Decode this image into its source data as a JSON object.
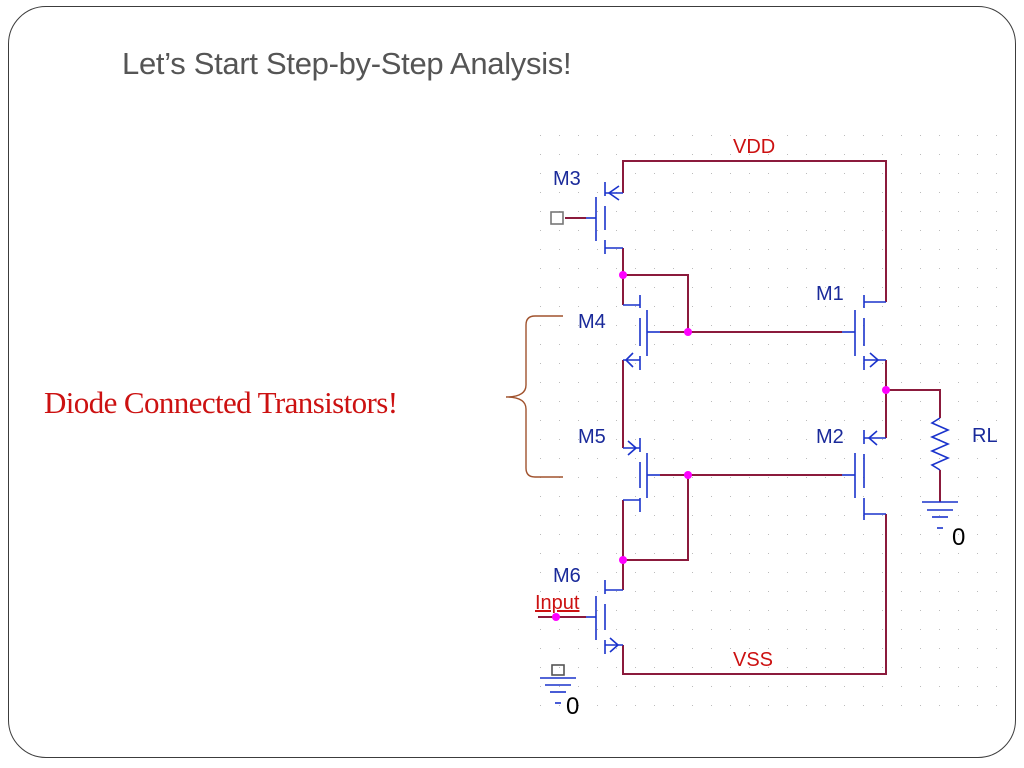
{
  "slide": {
    "title": "Let’s Start Step-by-Step Analysis!",
    "callout": "Diode Connected Transistors!"
  },
  "schematic": {
    "nets": {
      "vdd": "VDD",
      "vss": "VSS",
      "input": "Input",
      "ground": "0"
    },
    "transistors": {
      "m1": "M1",
      "m2": "M2",
      "m3": "M3",
      "m4": "M4",
      "m5": "M5",
      "m6": "M6"
    },
    "resistor": "RL"
  },
  "colors": {
    "wire": "#8b1a3c",
    "device": "#1a33cc",
    "net_label": "#cc1111",
    "node": "#ff00ff",
    "callout": "#cc1111",
    "title": "#555555",
    "brace": "#a0522d",
    "grid_dot": "#bbbbbb"
  }
}
